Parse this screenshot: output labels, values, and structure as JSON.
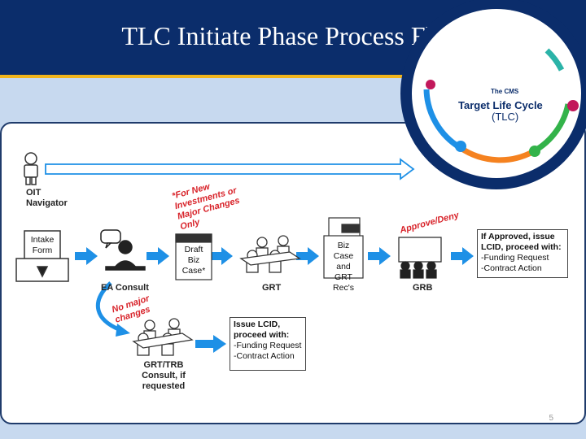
{
  "header": {
    "title": "TLC Initiate Phase Process Flow"
  },
  "badge": {
    "subtitle": "The CMS",
    "title": "Target Life Cycle",
    "abbr": "(TLC)"
  },
  "actors": {
    "oit_navigator": "OIT Navigator",
    "ea_consult": "EA Consult",
    "grt": "GRT",
    "grb": "GRB",
    "grt_trb": "GRT/TRB Consult, if requested"
  },
  "documents": {
    "intake_form": "Intake Form",
    "draft_biz_case": "Draft Biz Case*",
    "biz_case_grt": "Biz Case and GRT Rec's"
  },
  "notes": {
    "new_investments": "*For New Investments or Major Changes Only",
    "approve_deny": "Approve/Deny",
    "no_major_changes": "No major changes"
  },
  "outcomes": {
    "approved": {
      "heading": "If Approved, issue LCID, proceed with:",
      "items": [
        "-Funding Request",
        "-Contract Action"
      ]
    },
    "issue_lcid": {
      "heading": "Issue LCID, proceed with:",
      "items": [
        "-Funding Request",
        "-Contract Action"
      ]
    }
  },
  "colors": {
    "header": "#0b2d6b",
    "accent": "#f2b51c",
    "arrow": "#1e90e6",
    "note": "#d8232a"
  },
  "page_number": "5"
}
